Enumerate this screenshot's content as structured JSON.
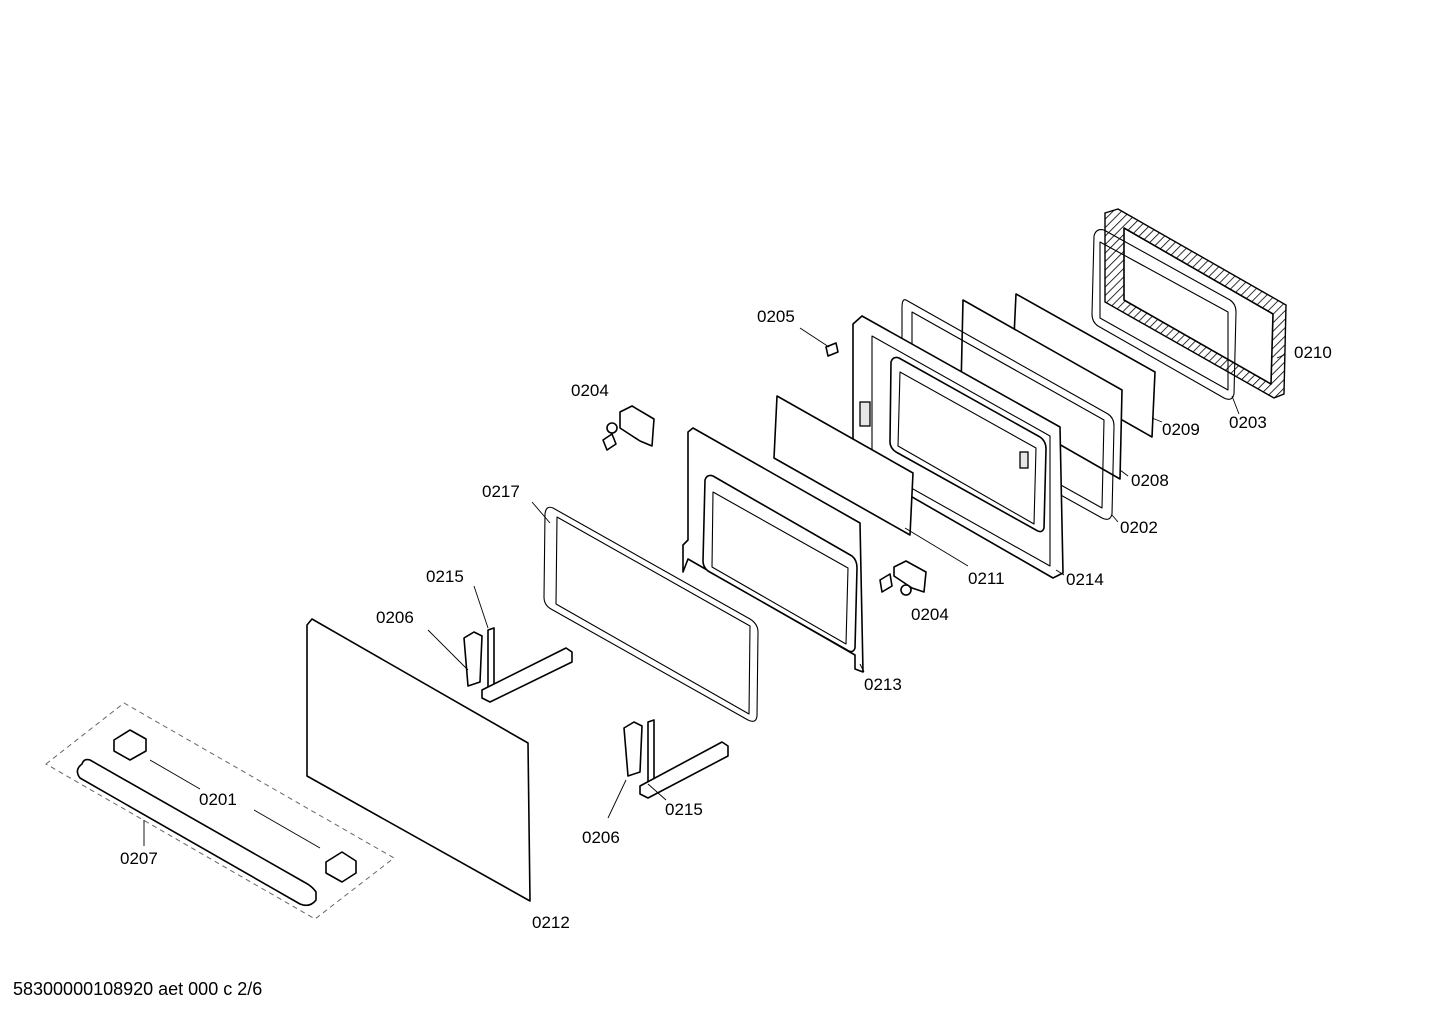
{
  "diagram": {
    "callouts": {
      "c0201": "0201",
      "c0202": "0202",
      "c0203": "0203",
      "c0204a": "0204",
      "c0204b": "0204",
      "c0205": "0205",
      "c0206a": "0206",
      "c0206b": "0206",
      "c0207": "0207",
      "c0208": "0208",
      "c0209": "0209",
      "c0210": "0210",
      "c0211": "0211",
      "c0212": "0212",
      "c0213": "0213",
      "c0214": "0214",
      "c0215a": "0215",
      "c0215b": "0215",
      "c0217": "0217"
    }
  },
  "footer": {
    "code": "58300000108920 aet 000 c 2/6"
  }
}
